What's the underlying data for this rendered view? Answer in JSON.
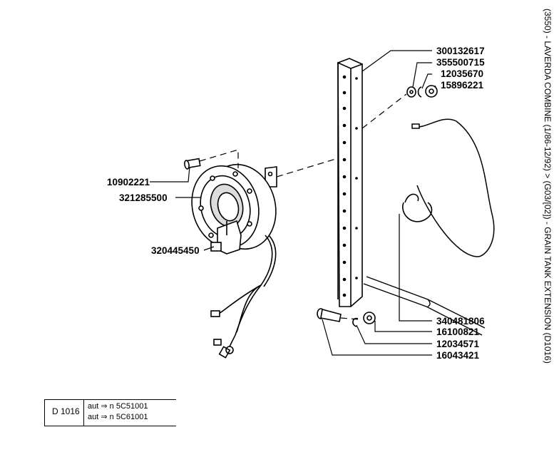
{
  "side_title": "(3550) - LAVERDA COMBINE (1/86-12/92) > (G03/[02]) - GRAIN TANK EXTENSION (D1016)",
  "parts": [
    {
      "number": "300132617"
    },
    {
      "number": "355500715"
    },
    {
      "number": "12035670"
    },
    {
      "number": "15896221"
    },
    {
      "number": "10902221"
    },
    {
      "number": "321285500"
    },
    {
      "number": "320445450"
    },
    {
      "number": "340481806"
    },
    {
      "number": "16100821"
    },
    {
      "number": "12034571"
    },
    {
      "number": "16043421"
    }
  ],
  "reference": {
    "code": "D 1016",
    "rows": [
      {
        "prefix": "aut",
        "arrow": "⇒",
        "n": "n",
        "serial": "5C51001"
      },
      {
        "prefix": "aut",
        "arrow": "⇒",
        "n": "n",
        "serial": "5C61001"
      }
    ]
  }
}
